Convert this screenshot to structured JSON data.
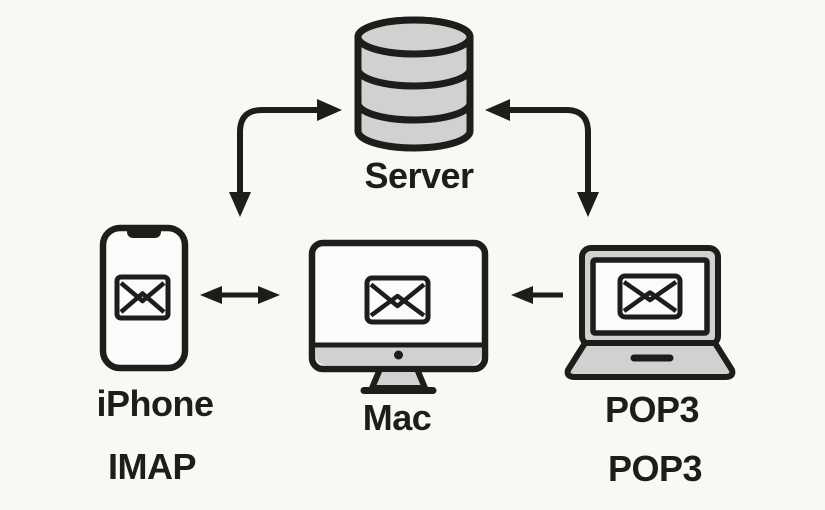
{
  "colors": {
    "background": "#f9f8f5",
    "ink": "#1e1d1b",
    "gray": "#d2d1d0",
    "paper": "#fcfbf9"
  },
  "nodes": {
    "server": {
      "label": "Server",
      "icon": "database-cylinder-icon"
    },
    "iphone": {
      "label": "iPhone",
      "protocol": "IMAP",
      "icon": "smartphone-email-icon"
    },
    "mac": {
      "label": "Mac",
      "icon": "desktop-email-icon"
    },
    "laptop": {
      "label": "POP3",
      "protocol": "POP3",
      "icon": "laptop-email-icon"
    }
  },
  "edges": [
    {
      "from": "iphone",
      "to": "server",
      "direction": "bidirectional",
      "style": "elbow"
    },
    {
      "from": "laptop",
      "to": "server",
      "direction": "bidirectional",
      "style": "elbow"
    },
    {
      "from": "iphone",
      "to": "mac",
      "direction": "bidirectional",
      "style": "straight"
    },
    {
      "from": "laptop",
      "to": "mac",
      "direction": "one-way",
      "style": "straight"
    }
  ]
}
